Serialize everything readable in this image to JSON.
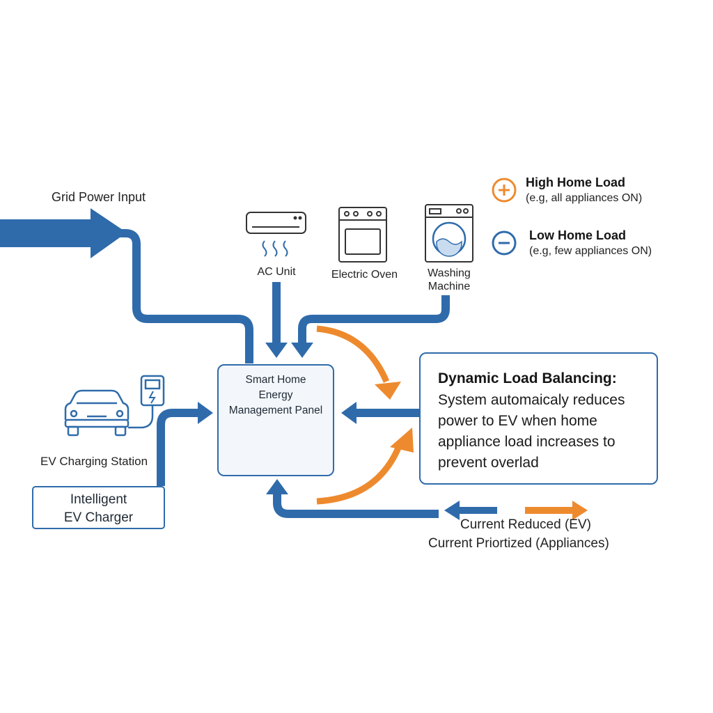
{
  "grid": {
    "label": "Grid Power Input"
  },
  "appliances": [
    {
      "label": "AC Unit",
      "icon": "ac-unit-icon"
    },
    {
      "label": "Electric Oven",
      "icon": "oven-icon"
    },
    {
      "label": "Washing\nMachine",
      "icon": "washing-machine-icon"
    }
  ],
  "legend": {
    "high": {
      "title": "High Home Load",
      "subtitle": "(e.g, all appliances ON)",
      "symbol": "+",
      "color": "#ee8a2e"
    },
    "low": {
      "title": "Low Home Load",
      "subtitle": "(e.g, few appliances ON)",
      "symbol": "−",
      "color": "#2f6bab"
    }
  },
  "panel": {
    "label": "Smart Home\nEnergy\nManagement Panel",
    "icon": "gear-icon"
  },
  "ev_station": {
    "label": "EV Charging Station",
    "icons": [
      "car-icon",
      "charger-icon"
    ]
  },
  "charger": {
    "label": "Intelligent\nEV Charger"
  },
  "info": {
    "title": "Dynamic Load Balancing:",
    "body": "System automaicaly reduces power to EV when home appliance load increases to prevent overlad"
  },
  "flow_legend": {
    "reduced": "Current Reduced (EV)",
    "prioritized": "Current Priortized (Appliances)"
  },
  "colors": {
    "blue": "#2f6bab",
    "orange": "#ee8a2e"
  }
}
